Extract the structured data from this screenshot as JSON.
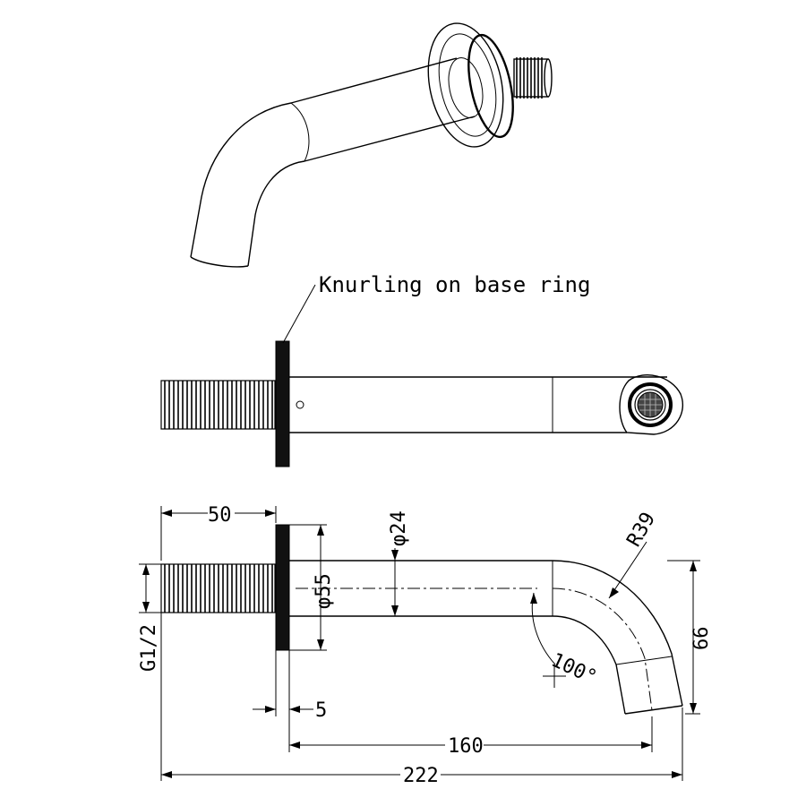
{
  "annotation": {
    "knurling_note": "Knurling on base ring"
  },
  "dimensions": {
    "thread_length": "50",
    "spout_diameter": "φ24",
    "base_diameter": "φ55",
    "bend_radius": "R39",
    "bend_angle": "100°",
    "drop_height": "66",
    "thread_size": "G1/2",
    "base_thickness": "5",
    "spout_projection": "160",
    "overall_length": "222"
  }
}
